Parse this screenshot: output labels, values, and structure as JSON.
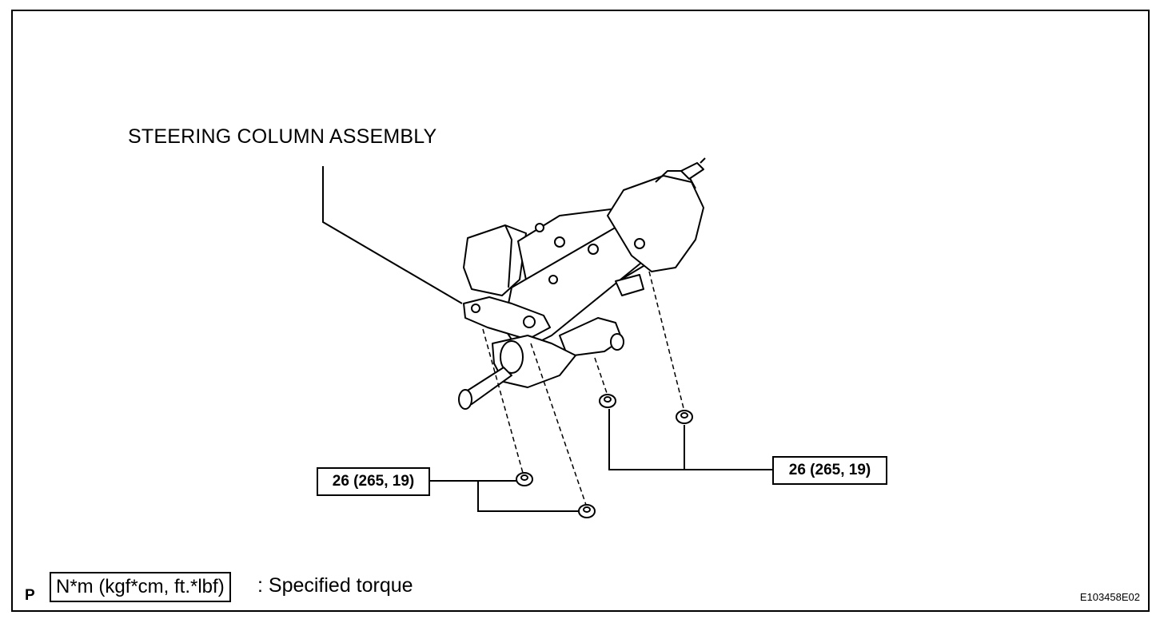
{
  "diagram": {
    "part_label": "STEERING COLUMN ASSEMBLY",
    "torque_left": "26 (265, 19)",
    "torque_right": "26 (265, 19)"
  },
  "legend": {
    "marker": "P",
    "unit_box": "N*m (kgf*cm, ft.*lbf)",
    "description": ": Specified torque"
  },
  "figure_code": "E103458E02",
  "icons": {
    "column": "steering-column-illustration-icon",
    "nut": "nut-icon"
  }
}
